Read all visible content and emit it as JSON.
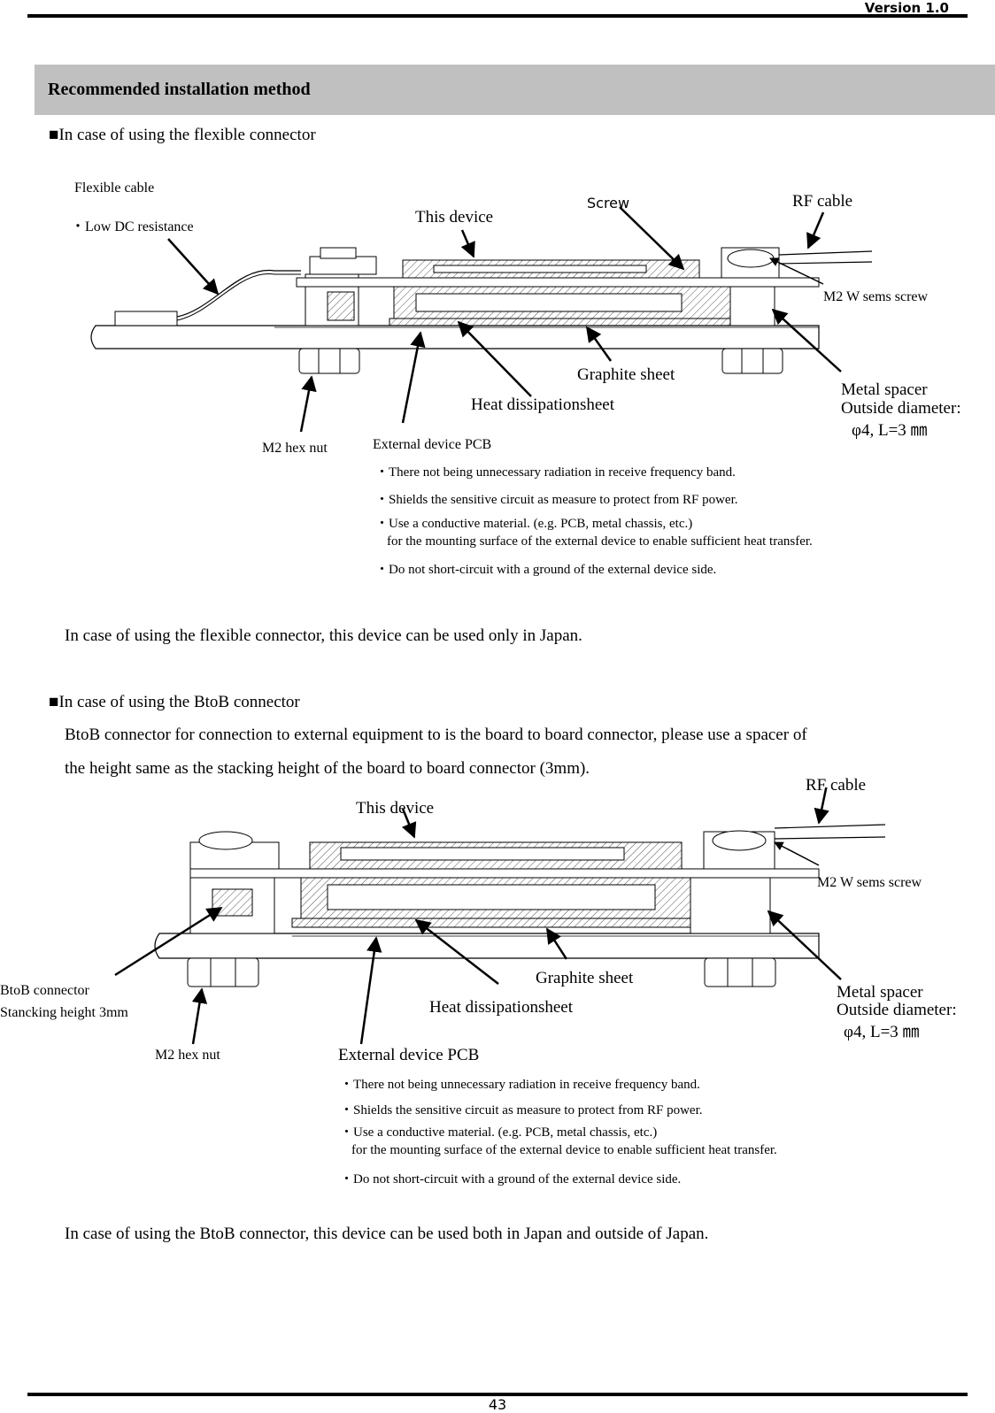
{
  "header": {
    "version": "Version  1.0"
  },
  "footer": {
    "page_number": "43"
  },
  "section": {
    "title": "Recommended installation method"
  },
  "flex": {
    "heading": "■In case of using the flexible connector",
    "labels": {
      "flexible_cable": "Flexible cable",
      "low_dc": "・Low DC resistance",
      "this_device": "This device",
      "screw": "Screw",
      "rf_cable": "RF cable",
      "m2_w_sems": "M2 W sems screw",
      "graphite": "Graphite sheet",
      "metal_spacer": "Metal spacer",
      "outside_diameter": "Outside diameter:",
      "phi": "φ4, L=3 ㎜",
      "heat_sheet": "Heat dissipationsheet",
      "m2_hex": "M2 hex nut",
      "ext_pcb": "External device PCB"
    },
    "bullets": [
      "・There not being unnecessary radiation in receive frequency band.",
      "・Shields the sensitive circuit as measure to protect from RF power.",
      "・Use a conductive material. (e.g. PCB, metal chassis, etc.)",
      "for the mounting surface of the external device to enable sufficient heat transfer.",
      "・Do not short-circuit with a ground of the external device side."
    ],
    "note": "In case of using the flexible connector, this device can be used only in Japan."
  },
  "btob": {
    "heading": "■In case of using the BtoB connector",
    "desc_line1": "BtoB connector for connection to external equipment to is the board to board connector, please use a spacer of",
    "desc_line2": "the height same as the stacking height of the board to board connector (3mm).",
    "labels": {
      "rf_cable": "RF cable",
      "this_device": "This device",
      "m2_w_sems": "M2 W sems screw",
      "btob_connector": "BtoB connector",
      "stacking": "Stancking height 3mm",
      "graphite": "Graphite sheet",
      "metal_spacer": "Metal spacer",
      "outside_diameter": "Outside diameter:",
      "phi": "φ4, L=3 ㎜",
      "heat_sheet": "Heat dissipationsheet",
      "m2_hex": "M2 hex nut",
      "ext_pcb": "External device PCB"
    },
    "bullets": [
      "・There not being unnecessary radiation in receive frequency band.",
      "・Shields the sensitive circuit as measure to protect from RF power.",
      "・Use a conductive material. (e.g. PCB, metal chassis, etc.)",
      "for the mounting surface of the external device to enable sufficient heat transfer.",
      "・Do not short-circuit with a ground of the external device side."
    ],
    "note": "In case of using the BtoB connector, this device can be used both in Japan and outside of Japan."
  }
}
